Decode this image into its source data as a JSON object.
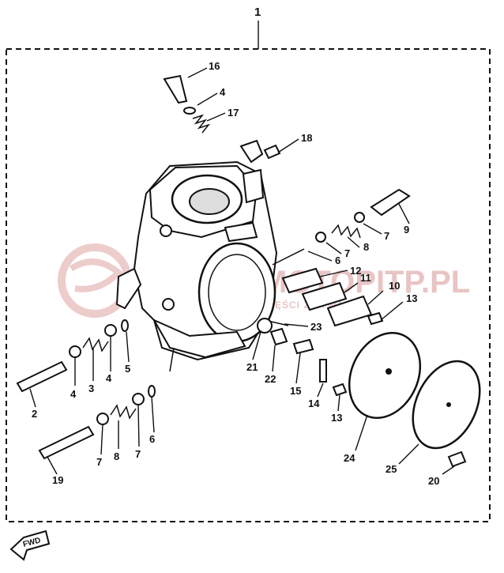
{
  "diagram": {
    "assembly_number": "1",
    "fwd_label": "FWD",
    "watermark": {
      "text": "MOTOPITP.PL",
      "subtext": "CZĘŚCI Z ZYWA"
    },
    "callouts": [
      "16",
      "4",
      "17",
      "18",
      "9",
      "7",
      "8",
      "7",
      "6",
      "12",
      "11",
      "10",
      "13",
      "23",
      "5",
      "4",
      "3",
      "4",
      "2",
      "21",
      "22",
      "15",
      "14",
      "13",
      "24",
      "25",
      "20",
      "6",
      "7",
      "8",
      "7",
      "19"
    ]
  }
}
